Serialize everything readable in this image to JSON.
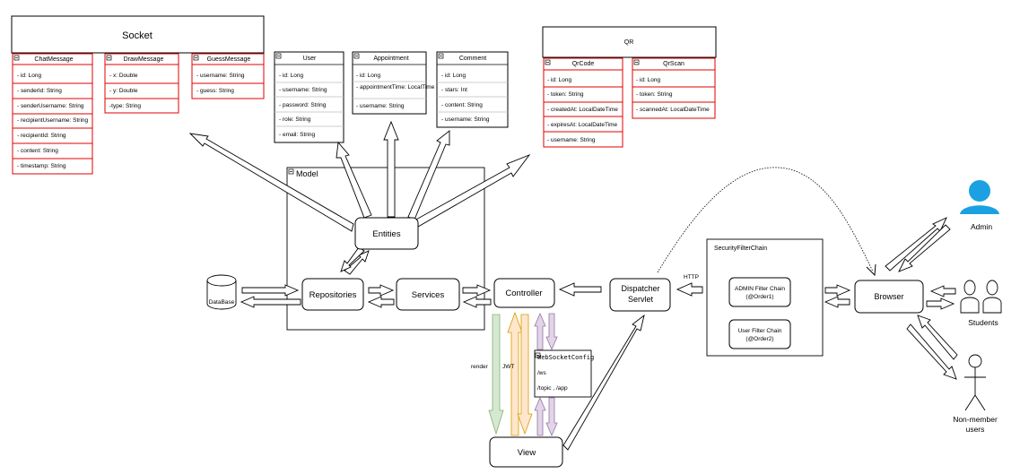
{
  "socket": {
    "title": "Socket",
    "classes": [
      {
        "name": "ChatMessage",
        "fields": [
          "- id: Long",
          "- senderId: String",
          "- senderUsername: String",
          "- recipientUsername: String",
          "- recipientId: String",
          "- content: String",
          "- timestamp: String"
        ]
      },
      {
        "name": "DrawMessage",
        "fields": [
          "- x: Double",
          "- y: Double",
          "-type: String"
        ]
      },
      {
        "name": "GuessMessage",
        "fields": [
          "- username: String",
          "- guess: String"
        ]
      }
    ]
  },
  "entities_classes": [
    {
      "name": "User",
      "fields": [
        "- id: Long",
        "- username: String",
        "- password: String",
        "- role: String",
        "- email: String"
      ]
    },
    {
      "name": "Appointment",
      "fields": [
        "- id: Long",
        "- appointmentTime: LocalTime",
        "- username: String"
      ]
    },
    {
      "name": "Comment",
      "fields": [
        "- id: Long",
        "- stars: Int",
        "- content: String",
        "- username: String"
      ]
    }
  ],
  "qr": {
    "title": "QR",
    "classes": [
      {
        "name": "QrCode",
        "fields": [
          "- id: Long",
          "- token: String",
          "- createdAt: LocalDateTime",
          "- expiresAt: LocalDateTime",
          "- username: String"
        ]
      },
      {
        "name": "QrScan",
        "fields": [
          "- id: Long",
          "- token: String",
          "- scannedAt: LocalDateTime"
        ]
      }
    ]
  },
  "model": {
    "label": "Model"
  },
  "nodes": {
    "entities": "Entities",
    "repositories": "Repositories",
    "services": "Services",
    "database": "DataBase",
    "controller": "Controller",
    "dispatcher_line1": "Dispatcher",
    "dispatcher_line2": "Servlet",
    "view": "View",
    "browser": "Browser"
  },
  "security": {
    "title": "SecurityFilterChain",
    "admin_chain_line1": "ADMIN Filter Chain",
    "admin_chain_line2": "(@Order1)",
    "user_chain_line1": "User Filter Chain",
    "user_chain_line2": "(@Order2)"
  },
  "websocket": {
    "title": "WebSocketConfig",
    "endpoint": "/ws",
    "prefixes": "/topic , /app"
  },
  "labels": {
    "http": "HTTP",
    "render": "render",
    "jwt": "JWT"
  },
  "actors": {
    "admin": "Admin",
    "students": "Students",
    "nonmember_line1": "Non-member",
    "nonmember_line2": "users"
  },
  "colors": {
    "class_border": "#e00000",
    "admin_icon": "#1ba1e2",
    "render_arrow": "#d5e8d4",
    "jwt_arrow": "#ffe6cc",
    "ws_arrow": "#e1d5e7"
  }
}
